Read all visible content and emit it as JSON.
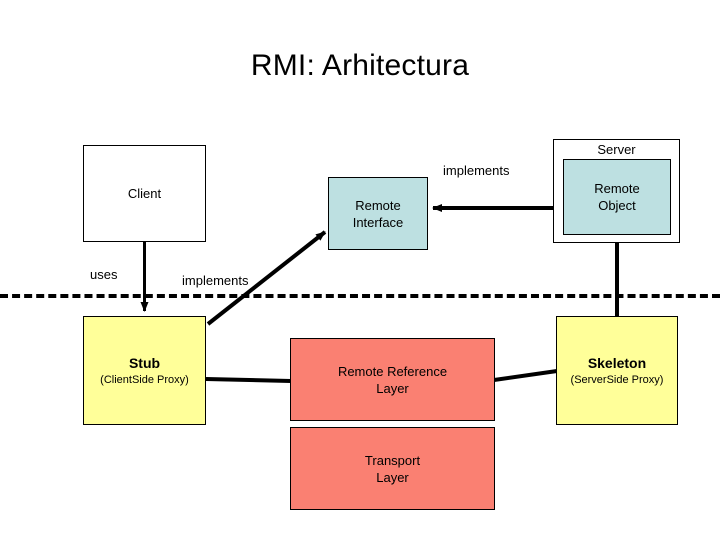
{
  "slide": {
    "title": "RMI: Arhitectura",
    "background_color": "#ffffff"
  },
  "colors": {
    "white": "#ffffff",
    "light_blue": "#bde0e1",
    "yellow": "#ffff99",
    "salmon": "#fa8072",
    "line": "#000000"
  },
  "boxes": {
    "client": {
      "label": "Client",
      "fill": "#ffffff"
    },
    "remote_interface": {
      "line1": "Remote",
      "line2": "Interface",
      "fill": "#bde0e1"
    },
    "server": {
      "label": "Server",
      "fill": "#ffffff"
    },
    "remote_object": {
      "line1": "Remote",
      "line2": "Object",
      "fill": "#bde0e1"
    },
    "stub": {
      "label": "Stub",
      "sublabel": "(ClientSide Proxy)",
      "fill": "#ffff99"
    },
    "remote_reference_layer": {
      "line1": "Remote Reference",
      "line2": "Layer",
      "fill": "#fa8072"
    },
    "transport_layer": {
      "line1": "Transport",
      "line2": "Layer",
      "fill": "#fa8072"
    },
    "skeleton": {
      "label": "Skeleton",
      "sublabel": "(ServerSide Proxy)",
      "fill": "#ffff99"
    }
  },
  "labels": {
    "uses": "uses",
    "implements_diagonal": "implements",
    "implements_top": "implements"
  }
}
